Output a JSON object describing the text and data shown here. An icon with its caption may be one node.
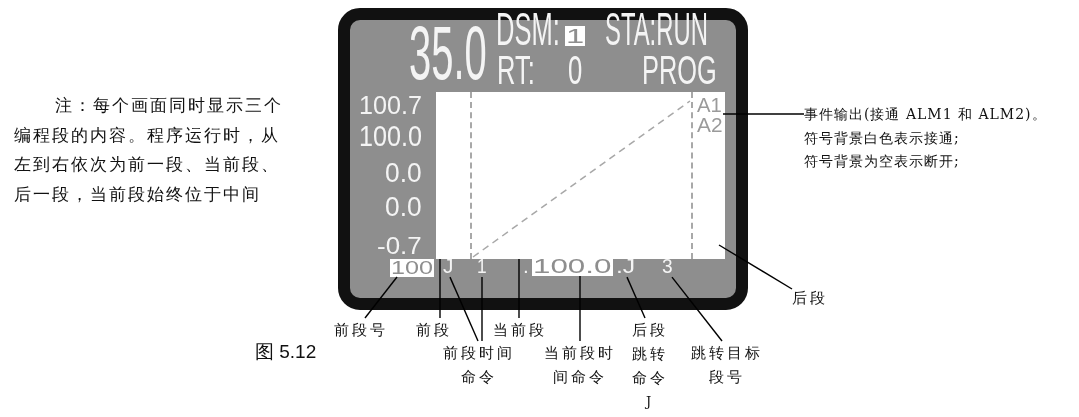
{
  "diagram": {
    "nodes": [
      {
        "text": [
          "35.0",
          "DSM:",
          "STA:RUN",
          "RT:",
          "0",
          "PROG",
          "100.7",
          "100.0",
          "0.0",
          "0.0",
          "-0.7",
          "."
        ]
      },
      {
        "text": [
          "1"
        ],
        "in": 0
      },
      {
        "text": [],
        "shape": "box",
        "in": 0
      },
      {
        "text": [],
        "shape": "box",
        "in": 2
      },
      {
        "text": [],
        "shape": "box",
        "in": 2
      },
      {
        "text": [],
        "shape": "box",
        "in": 2
      },
      {
        "text": [
          "A1",
          "A2"
        ],
        "in": 5
      },
      {
        "text": [
          "100"
        ],
        "in": 0
      },
      {
        "text": [
          "J"
        ],
        "in": 0
      },
      {
        "text": [
          "1"
        ],
        "in": 0
      },
      {
        "text": [
          "100.0"
        ],
        "in": 0
      },
      {
        "text": [
          ".J"
        ],
        "in": 0
      },
      {
        "text": [
          "3"
        ],
        "in": 0
      },
      {
        "text": [
          "事件输出(接通 ALM1 和 ALM2)。",
          "符号背景白色表示接通;",
          "符号背景为空表示断开;"
        ]
      },
      {
        "text": [
          "后段"
        ]
      },
      {
        "text": [
          "前段号"
        ]
      },
      {
        "text": [
          "前段"
        ]
      },
      {
        "text": [
          "前段时间命令"
        ]
      },
      {
        "text": [
          "当前段"
        ]
      },
      {
        "text": [
          "当前段时间命令"
        ]
      },
      {
        "text": [
          "后段跳转命令",
          "J"
        ]
      },
      {
        "text": [
          "跳转目标段号"
        ]
      }
    ],
    "edges": [
      {
        "from": 13,
        "to": 6,
        "arrow": "none"
      },
      {
        "from": 14,
        "to": 5,
        "arrow": "none"
      },
      {
        "from": 15,
        "to": 7,
        "arrow": "none"
      },
      {
        "from": 16,
        "to": 3,
        "arrow": "none"
      },
      {
        "from": 17,
        "to": 8,
        "arrow": "none"
      },
      {
        "from": 17,
        "to": 9,
        "arrow": "none"
      },
      {
        "from": 18,
        "to": 4,
        "arrow": "none"
      },
      {
        "from": 19,
        "to": 10,
        "arrow": "none"
      },
      {
        "from": 20,
        "to": 11,
        "arrow": "none"
      },
      {
        "from": 21,
        "to": 12,
        "arrow": "none"
      }
    ],
    "labels": [
      "注：每个画面同时显示三个编程段的内容。程序运行时，从左到右依次为前一段、当前段、后一段，当前段始终位于中间",
      "图 5.12"
    ]
  }
}
